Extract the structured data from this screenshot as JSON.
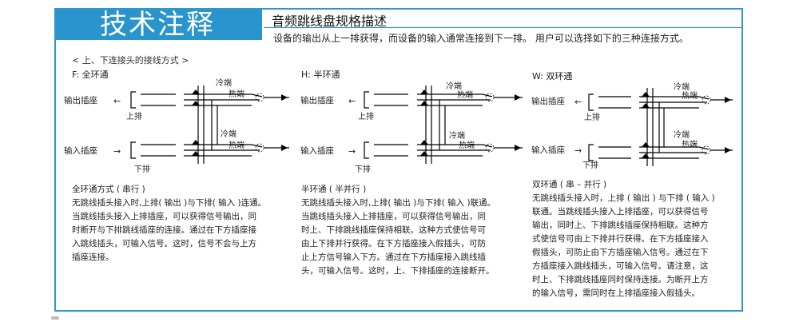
{
  "header": {
    "title": "技术注释",
    "subtitle": "音频跳线盘规格描述"
  },
  "intro": "设备的输出从上一排获得，而设备的输入通常连接到下一排。 用户可以选择如下的三种连接方式。",
  "section_heading": "< 上、下连接头的接线方式 >",
  "diagram_labels": {
    "output_jack": "输出插座",
    "input_jack": "输入插座",
    "upper_row": "上排",
    "lower_row": "下排",
    "cold": "冷端",
    "hot": "热端",
    "arrow_out": "←",
    "arrow_in": "→"
  },
  "columns": [
    {
      "label": "F: 全环通",
      "description_title": "全环通方式 ( 串行 )",
      "description_lines": [
        "无跳线插头接入时,上排( 输出 )与下排( 输入 )连通。",
        "当跳线插头接入上排插座，可以获得信号输出，同",
        "时断开与下排跳线插座的连接。通过在下方插座接",
        "入跳线插头，可输入信号。这时，信号不会与上方",
        "插座连接。"
      ]
    },
    {
      "label": "H: 半环通",
      "description_title": "半环通 ( 半并行 )",
      "description_lines": [
        "无跳线插头接入时,上排( 输出 )与下排( 输入 )联通。",
        "当跳线插头接入上排插座，可以获得信号输出，同",
        "时上、下排跳线插座保持相联。这种方式使信号可",
        "由上下排并行获得。在下方插座接入假插头，可防",
        "止上方信号输入下方。通过在下方插座接入跳线插",
        "头，可输入信号。这时，上、下排插座的连接断开。"
      ]
    },
    {
      "label": "W: 双环通",
      "description_title": "双环通 ( 串 – 并行 )",
      "description_lines": [
        "无跳线插头接入时，上排 ( 输出 ) 与下排 ( 输入 )",
        "联通。当跳线插头接入上排插座，可以获得信号",
        "输出，同时上、下排跳线插座保持相联。这种方",
        "式使信号可由上下排并行获得。在下方插座接入",
        "假插头，可防止由下方插座输入信号。通过在下",
        "方插座接入跳线插头，可输入信号。请注意，这",
        "时上、下排跳线插座同时保持连接。为断开上方",
        "的输入信号，需同时在上排插座接入假插头。"
      ]
    }
  ]
}
